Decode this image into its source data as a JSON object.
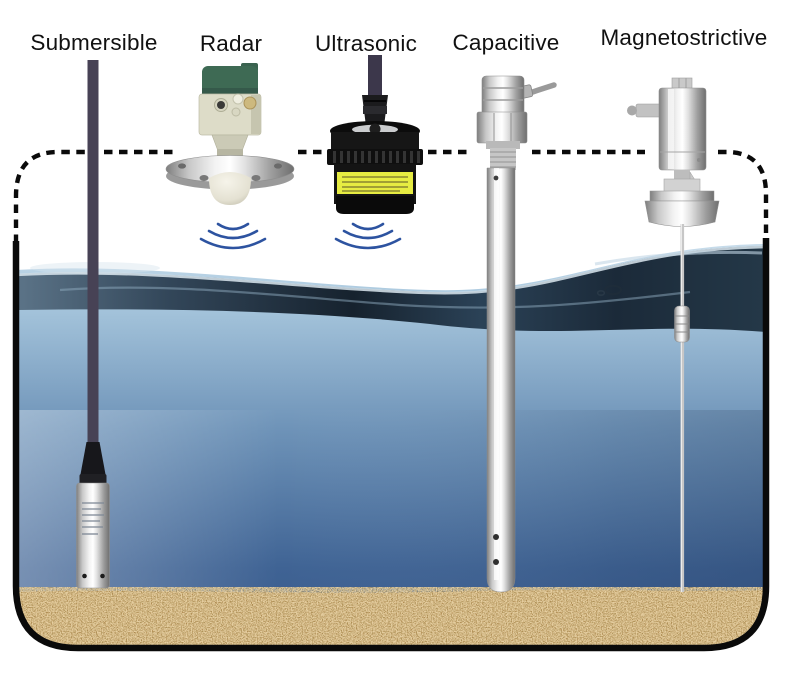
{
  "diagram": {
    "sensors": [
      {
        "id": "submersible",
        "label": "Submersible"
      },
      {
        "id": "radar",
        "label": "Radar"
      },
      {
        "id": "ultrasonic",
        "label": "Ultrasonic"
      },
      {
        "id": "capacitive",
        "label": "Capacitive"
      },
      {
        "id": "magnetostrictive",
        "label": "Magnetostrictive"
      }
    ],
    "icons": [
      {
        "name": "radar-wave-arcs-icon",
        "arcs": 3
      },
      {
        "name": "ultrasonic-wave-arcs-icon",
        "arcs": 3
      },
      {
        "name": "air-bubble-icon"
      }
    ],
    "colors": {
      "label_text": "#111111",
      "tank_outline": "#0a0a0a",
      "wave_arc_blue": "#2d53a0",
      "water_surface_dark": "#16222e",
      "water_top": "#b6d0e4",
      "water_bottom": "#39588a",
      "sand_brown": "#a87e42",
      "radar_cap_green": "#3e6a54",
      "radar_body_beige": "#dddcc8",
      "ultrasonic_label_yellow": "#e6ec42",
      "cable_dark": "#474255",
      "stainless_steel": "#c8c8c8"
    }
  }
}
